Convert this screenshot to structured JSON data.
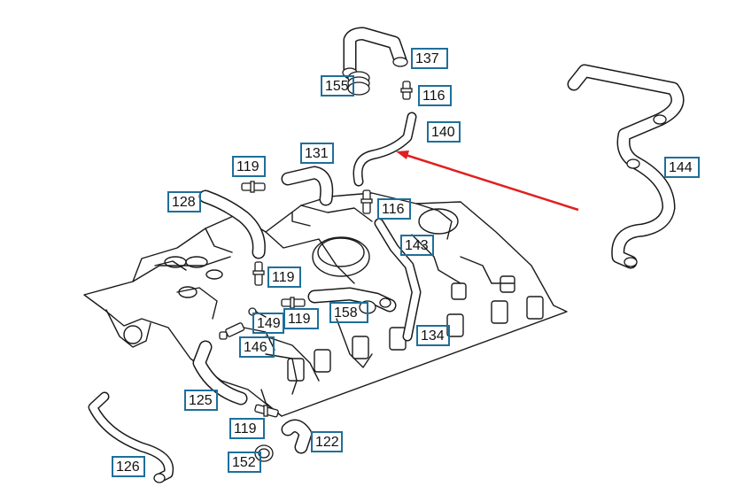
{
  "diagram": {
    "accent_color": "#1f6f9a",
    "arrow_color": "#e02020",
    "callouts": [
      {
        "id": "c137",
        "label": "137"
      },
      {
        "id": "c155",
        "label": "155"
      },
      {
        "id": "c116a",
        "label": "116"
      },
      {
        "id": "c140",
        "label": "140"
      },
      {
        "id": "c144",
        "label": "144"
      },
      {
        "id": "c131",
        "label": "131"
      },
      {
        "id": "c119a",
        "label": "119"
      },
      {
        "id": "c128",
        "label": "128"
      },
      {
        "id": "c116b",
        "label": "116"
      },
      {
        "id": "c143",
        "label": "143"
      },
      {
        "id": "c119b",
        "label": "119"
      },
      {
        "id": "c158",
        "label": "158"
      },
      {
        "id": "c149",
        "label": "149"
      },
      {
        "id": "c119c",
        "label": "119"
      },
      {
        "id": "c134",
        "label": "134"
      },
      {
        "id": "c146",
        "label": "146"
      },
      {
        "id": "c125",
        "label": "125"
      },
      {
        "id": "c119d",
        "label": "119"
      },
      {
        "id": "c122",
        "label": "122"
      },
      {
        "id": "c152",
        "label": "152"
      },
      {
        "id": "c126",
        "label": "126"
      }
    ]
  }
}
